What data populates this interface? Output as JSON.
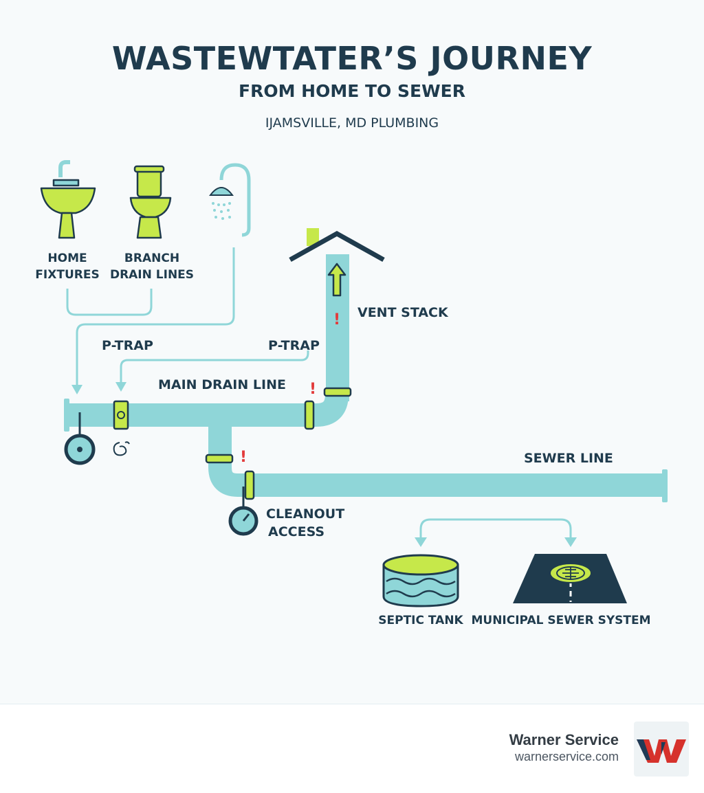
{
  "header": {
    "title": "WASTEWTATER’S JOURNEY",
    "subtitle": "FROM HOME TO SEWER",
    "location": "IJAMSVILLE, MD PLUMBING"
  },
  "labels": {
    "home_fixtures": [
      "HOME",
      "FIXTURES"
    ],
    "branch_drain_lines": [
      "BRANCH",
      "DRAIN LINES"
    ],
    "p_trap_left": "P-TRAP",
    "p_trap_right": "P-TRAP",
    "main_drain_line": "MAIN DRAIN LINE",
    "vent_stack": "VENT STACK",
    "sewer_line": "SEWER LINE",
    "cleanout_access": [
      "CLEANOUT",
      "ACCESS"
    ],
    "septic_tank": "SEPTIC TANK",
    "municipal_sewer_system": "MUNICIPAL SEWER SYSTEM",
    "warning_mark": "!"
  },
  "icons": {
    "fixtures": [
      "sink-icon",
      "toilet-icon",
      "shower-icon"
    ],
    "house": "house-roof-icon",
    "tank": "septic-tank-icon",
    "manhole": "manhole-road-icon"
  },
  "colors": {
    "pipe": "#8fd6d8",
    "accent": "#c6e84a",
    "dark": "#1f3b4d",
    "warning": "#e23b3b",
    "flow_line": "#8fd6d8"
  },
  "footer": {
    "brand": "Warner Service",
    "url": "warnerservice.com"
  }
}
